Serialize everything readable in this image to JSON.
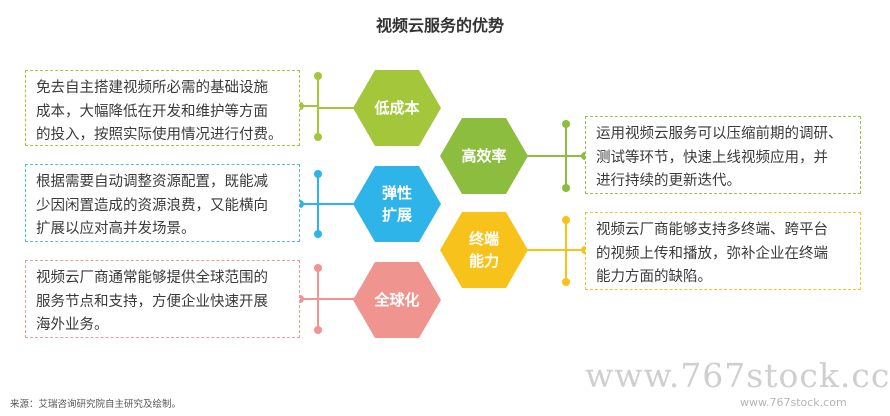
{
  "title": "视频云服务的优势",
  "advantages": [
    {
      "key": "low_cost",
      "label_lines": [
        "低成本"
      ],
      "color": "#a4c63a",
      "border": "#a4c63a",
      "description": [
        "免去自主搭建视频所必需的基础设施",
        "成本，大幅降低在开发和维护等方面",
        "的投入，按照实际使用情况进行付费。"
      ]
    },
    {
      "key": "efficiency",
      "label_lines": [
        "高效率"
      ],
      "color": "#8cbd3f",
      "border": "#9bbf55",
      "description": [
        "运用视频云服务可以压缩前期的调研、",
        "测试等环节，快速上线视频应用，并",
        "进行持续的更新迭代。"
      ]
    },
    {
      "key": "elastic",
      "label_lines": [
        "弹性",
        "扩展"
      ],
      "color": "#2eb4e8",
      "border": "#4fbde6",
      "description": [
        "根据需要自动调整资源配置，既能减",
        "少因闲置造成的资源浪费，又能横向",
        "扩展以应对高并发场景。"
      ]
    },
    {
      "key": "terminal",
      "label_lines": [
        "终端",
        "能力"
      ],
      "color": "#f7c21a",
      "border": "#f2c42c",
      "description": [
        "视频云厂商能够支持多终端、跨平台",
        "的视频上传和播放，弥补企业在终端",
        "能力方面的缺陷。"
      ]
    },
    {
      "key": "global",
      "label_lines": [
        "全球化"
      ],
      "color": "#f0948f",
      "border": "#ef9a95",
      "description": [
        "视频云厂商通常能够提供全球范围的",
        "服务节点和支持，方便企业快速开展",
        "海外业务。"
      ]
    }
  ],
  "source": "来源：艾瑞咨询研究院自主研究及绘制。",
  "watermark": {
    "large": "www.767stock.cc",
    "small": "www.767stock.com"
  }
}
